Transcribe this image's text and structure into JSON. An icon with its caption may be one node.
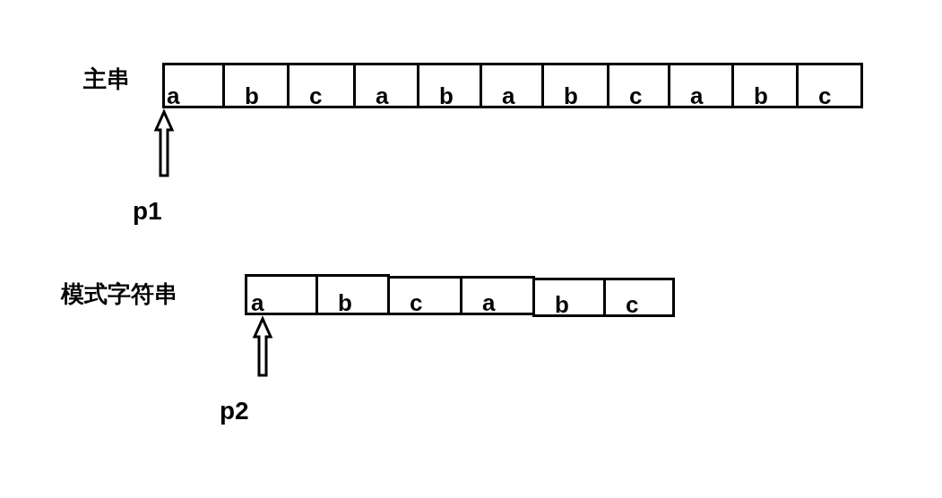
{
  "diagram": {
    "nodes": [
      {
        "text": [
          "a"
        ]
      },
      {
        "text": [
          "b"
        ]
      },
      {
        "text": [
          "c"
        ]
      },
      {
        "text": [
          "a"
        ]
      },
      {
        "text": [
          "b"
        ]
      },
      {
        "text": [
          "a"
        ]
      },
      {
        "text": [
          "b"
        ]
      },
      {
        "text": [
          "c"
        ]
      },
      {
        "text": [
          "a"
        ]
      },
      {
        "text": [
          "b"
        ]
      },
      {
        "text": [
          "c"
        ]
      },
      {
        "text": [
          "a"
        ]
      },
      {
        "text": [
          "b"
        ]
      },
      {
        "text": [
          "c"
        ]
      },
      {
        "text": [
          "a"
        ]
      },
      {
        "text": [
          "b"
        ]
      },
      {
        "text": [
          "c"
        ]
      },
      {
        "text": [
          "p1"
        ]
      },
      {
        "text": [
          "p2"
        ]
      }
    ],
    "edges": [
      {
        "from": 17,
        "to": 0,
        "arrow": "to"
      },
      {
        "from": 18,
        "to": 11,
        "arrow": "to"
      }
    ],
    "labels": [
      "主串",
      "模式字符串"
    ]
  }
}
